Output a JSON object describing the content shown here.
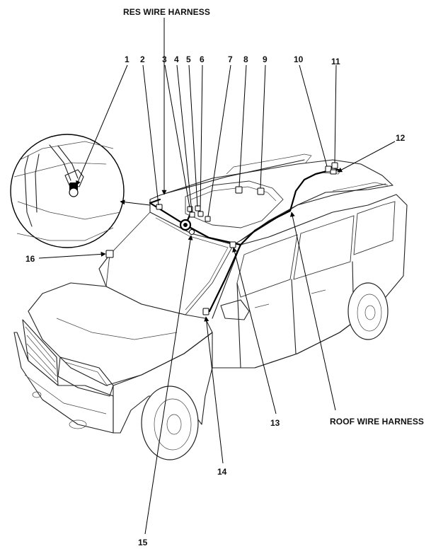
{
  "harness_labels": {
    "res": "RES WIRE HARNESS",
    "roof": "ROOF WIRE HARNESS"
  },
  "callouts": [
    "1",
    "2",
    "3",
    "4",
    "5",
    "6",
    "7",
    "8",
    "9",
    "10",
    "11",
    "12",
    "13",
    "14",
    "15",
    "16"
  ],
  "colors": {
    "line": "#000000",
    "background": "#ffffff"
  }
}
